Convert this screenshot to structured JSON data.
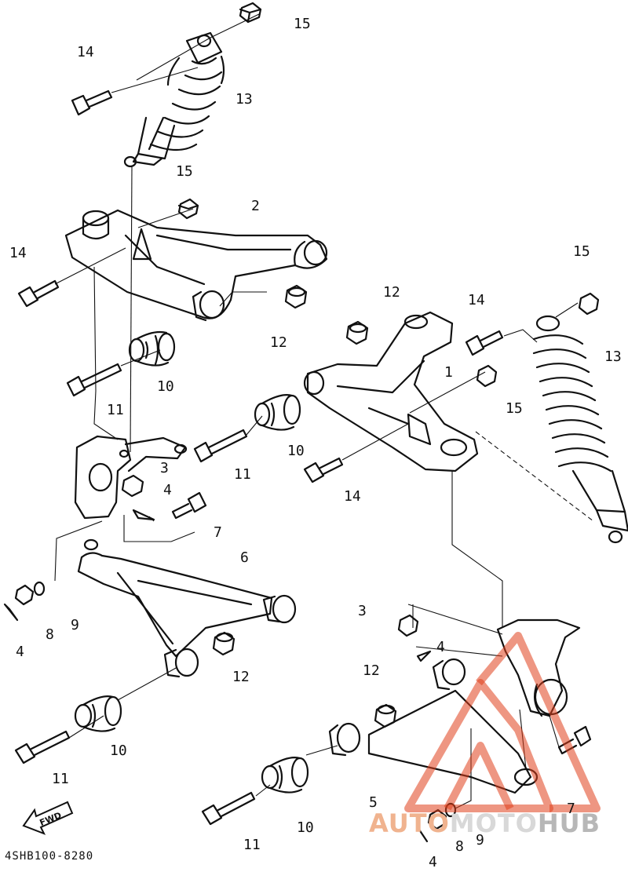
{
  "diagram": {
    "drawing_code": "4SHB100-8280",
    "fwd_label": "FWD",
    "callouts": [
      "15",
      "14",
      "13",
      "15",
      "2",
      "14",
      "12",
      "12",
      "10",
      "11",
      "12",
      "14",
      "15",
      "13",
      "1",
      "15",
      "10",
      "11",
      "14",
      "3",
      "4",
      "7",
      "6",
      "4",
      "8",
      "9",
      "3",
      "4",
      "12",
      "12",
      "10",
      "11",
      "10",
      "11",
      "5",
      "8",
      "9",
      "4",
      "7"
    ]
  },
  "watermark": {
    "part1": "AUTO",
    "part2": "MOTO",
    "part3": "HUB",
    "accent": "#e0401c"
  },
  "colors": {
    "ink": "#111111",
    "paper": "#ffffff"
  }
}
